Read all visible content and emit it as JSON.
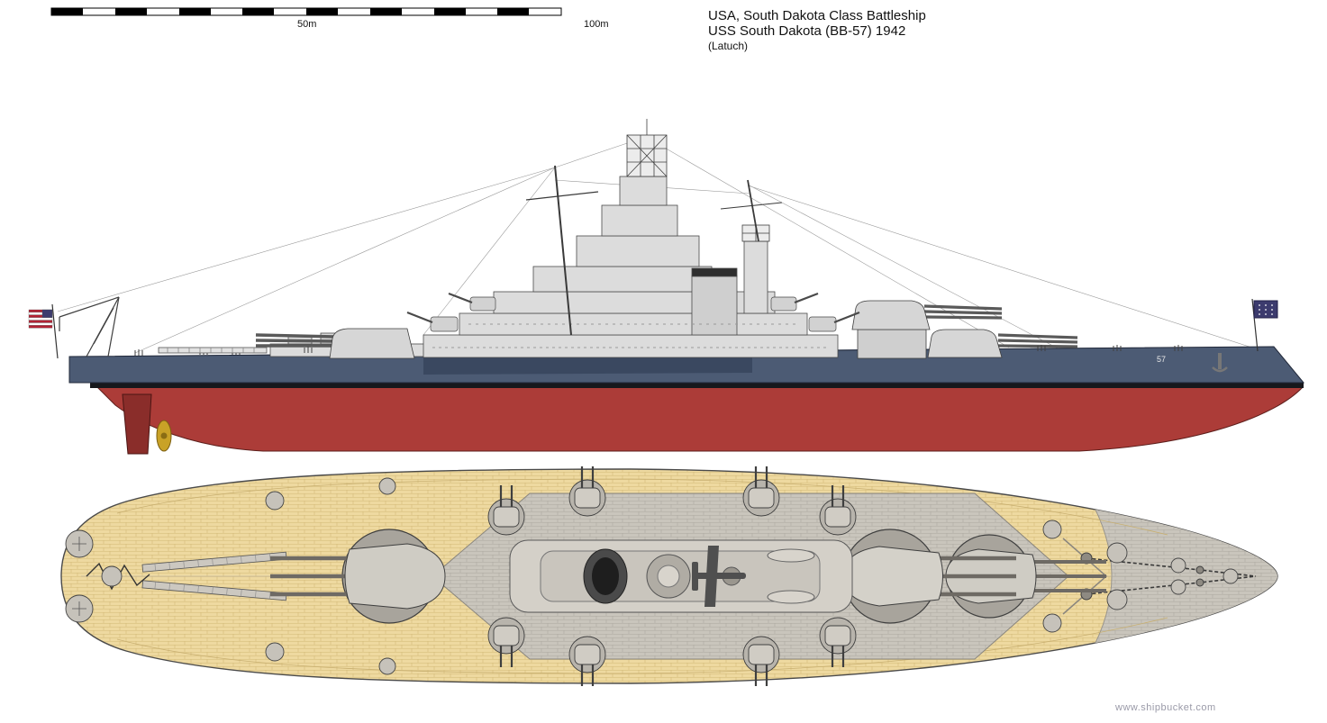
{
  "header": {
    "title_line1": "USA, South Dakota Class Battleship",
    "title_line2": "USS South Dakota (BB-57) 1942",
    "title_line3": "(Latuch)"
  },
  "scale_bar": {
    "mid_label": "50m",
    "end_label": "100m"
  },
  "side_view": {
    "hull_number": "57"
  },
  "footer": {
    "credit": "www.shipbucket.com"
  },
  "colors": {
    "hull_upper": "#4c5b74",
    "hull_dark_patch": "#3a4860",
    "hull_lower": "#ac3c38",
    "rudder": "#8a2d2a",
    "boot_stripe": "#17181c",
    "superstructure": "#dcdcdc",
    "deck_wood": "#eed9a0",
    "deck_wood_line": "#d2b977",
    "deck_gray": "#c9c5bc",
    "deck_gray_line": "#aeaaa0",
    "propeller": "#c9a227",
    "flag_blue": "#3c3b6e",
    "flag_red": "#b22234",
    "outline": "#3f3f3f"
  }
}
